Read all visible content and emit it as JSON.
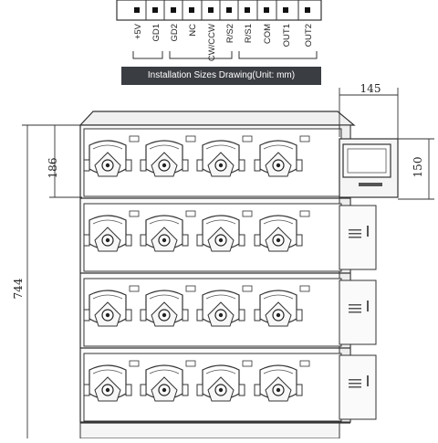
{
  "terminals": [
    "+5V",
    "GD1",
    "GD2",
    "NC",
    "CW/CCW",
    "R/S2",
    "R/S1",
    "COM",
    "OUT1",
    "OUT2"
  ],
  "title": "Installation Sizes Drawing(Unit: mm)",
  "dimensions": {
    "width_top": "145",
    "height_module": "186",
    "height_panel": "150",
    "height_total": "744"
  },
  "layout": {
    "rows": 4,
    "pumps_per_row": 4
  },
  "colors": {
    "line": "#333333",
    "banner_bg": "#3a3d42",
    "banner_text": "#ffffff",
    "frame_fill": "#f2f2f2"
  }
}
